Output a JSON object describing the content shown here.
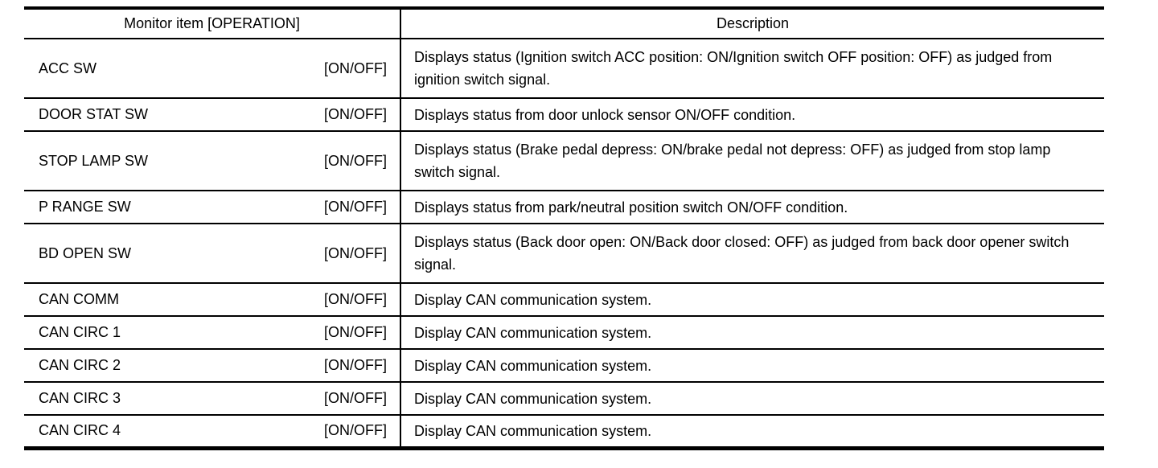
{
  "table": {
    "headers": {
      "monitor_item": "Monitor item [OPERATION]",
      "description": "Description"
    },
    "rows": [
      {
        "item": "ACC SW",
        "operation": "[ON/OFF]",
        "description": "Displays status (Ignition switch ACC position: ON/Ignition switch OFF position: OFF) as judged from ignition switch signal."
      },
      {
        "item": "DOOR STAT SW",
        "operation": "[ON/OFF]",
        "description": "Displays status from door unlock sensor ON/OFF condition."
      },
      {
        "item": "STOP LAMP SW",
        "operation": "[ON/OFF]",
        "description": "Displays status (Brake pedal depress: ON/brake pedal not depress: OFF) as judged from stop lamp switch signal."
      },
      {
        "item": "P RANGE SW",
        "operation": "[ON/OFF]",
        "description": "Displays status from park/neutral position switch ON/OFF condition."
      },
      {
        "item": "BD OPEN SW",
        "operation": "[ON/OFF]",
        "description": "Displays status (Back door open: ON/Back door closed: OFF) as judged from back door opener switch signal."
      },
      {
        "item": "CAN COMM",
        "operation": "[ON/OFF]",
        "description": "Display CAN communication system."
      },
      {
        "item": "CAN CIRC 1",
        "operation": "[ON/OFF]",
        "description": "Display CAN communication system."
      },
      {
        "item": "CAN CIRC 2",
        "operation": "[ON/OFF]",
        "description": "Display CAN communication system."
      },
      {
        "item": "CAN CIRC 3",
        "operation": "[ON/OFF]",
        "description": "Display CAN communication system."
      },
      {
        "item": "CAN CIRC 4",
        "operation": "[ON/OFF]",
        "description": "Display CAN communication system."
      }
    ],
    "colors": {
      "border": "#000000",
      "text": "#000000",
      "background": "#ffffff"
    }
  }
}
